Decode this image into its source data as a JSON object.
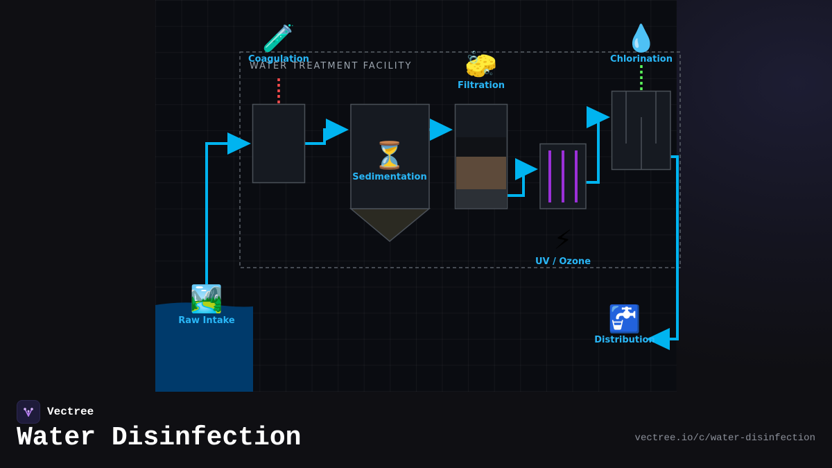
{
  "facility_label": "WATER TREATMENT FACILITY",
  "stages": {
    "coagulation": {
      "label": "Coagulation",
      "icon": "🧪"
    },
    "sedimentation": {
      "label": "Sedimentation",
      "icon": "⏳"
    },
    "filtration": {
      "label": "Filtration",
      "icon": "🧽"
    },
    "uv_ozone": {
      "label": "UV / Ozone",
      "icon": "⚡"
    },
    "chlorination": {
      "label": "Chlorination",
      "icon": "💧"
    },
    "raw_intake": {
      "label": "Raw Intake",
      "icon": "🏞️"
    },
    "distribution": {
      "label": "Distribution",
      "icon": "🚰"
    }
  },
  "colors": {
    "flow": "#00b4f0",
    "label": "#29b6f6",
    "coagulant_dose": "#ff4d4d",
    "chlorine_dose": "#5cff5c",
    "uv_lamp": "#9b30d9",
    "water": "#003a6b"
  },
  "footer": {
    "brand": "Vectree",
    "title": "Water Disinfection",
    "url": "vectree.io/c/water-disinfection"
  }
}
